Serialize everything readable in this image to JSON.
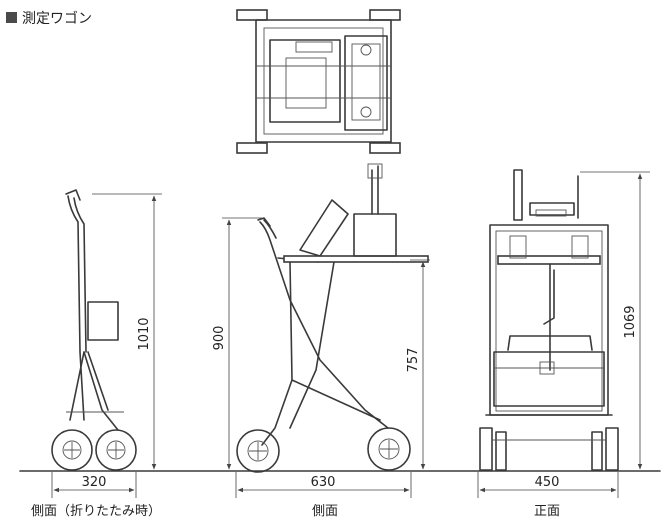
{
  "title": "測定ワゴン",
  "dimensions": {
    "folded_height": "1010",
    "folded_width": "320",
    "side_handle_height": "900",
    "side_table_height": "757",
    "side_width": "630",
    "front_height": "1069",
    "front_width": "450"
  },
  "captions": {
    "folded_side": "側面（折りたたみ時）",
    "side": "側面",
    "front": "正面"
  }
}
